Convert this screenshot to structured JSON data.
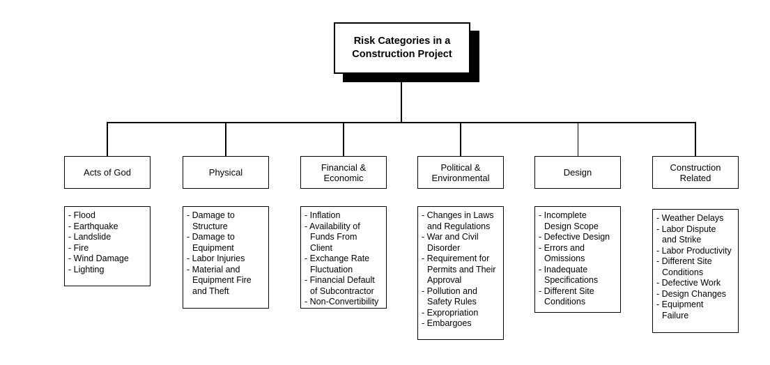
{
  "title": "Risk Categories in a\nConstruction Project",
  "categories": [
    {
      "label": "Acts of God",
      "items": [
        "Flood",
        "Earthquake",
        "Landslide",
        "Fire",
        "Wind Damage",
        "Lighting"
      ]
    },
    {
      "label": "Physical",
      "items": [
        "Damage to\nStructure",
        "Damage to\nEquipment",
        "Labor Injuries",
        "Material and\nEquipment Fire\nand Theft"
      ]
    },
    {
      "label": "Financial &\nEconomic",
      "items": [
        "Inflation",
        "Availability of\nFunds From\nClient",
        "Exchange Rate\nFluctuation",
        "Financial Default\nof Subcontractor",
        "Non-Convertibility"
      ]
    },
    {
      "label": "Political &\nEnvironmental",
      "items": [
        "Changes in Laws\nand Regulations",
        "War and Civil\nDisorder",
        "Requirement for\nPermits and Their\nApproval",
        "Pollution and\nSafety Rules",
        "Expropriation",
        "Embargoes"
      ]
    },
    {
      "label": "Design",
      "items": [
        "Incomplete\nDesign Scope",
        "Defective Design",
        "Errors and\nOmissions",
        "Inadequate\nSpecifications",
        "Different Site\nConditions"
      ]
    },
    {
      "label": "Construction\nRelated",
      "items": [
        "Weather Delays",
        "Labor Dispute\nand Strike",
        "Labor Productivity",
        "Different Site\nConditions",
        "Defective Work",
        "Design Changes",
        "Equipment\nFailure"
      ]
    }
  ]
}
